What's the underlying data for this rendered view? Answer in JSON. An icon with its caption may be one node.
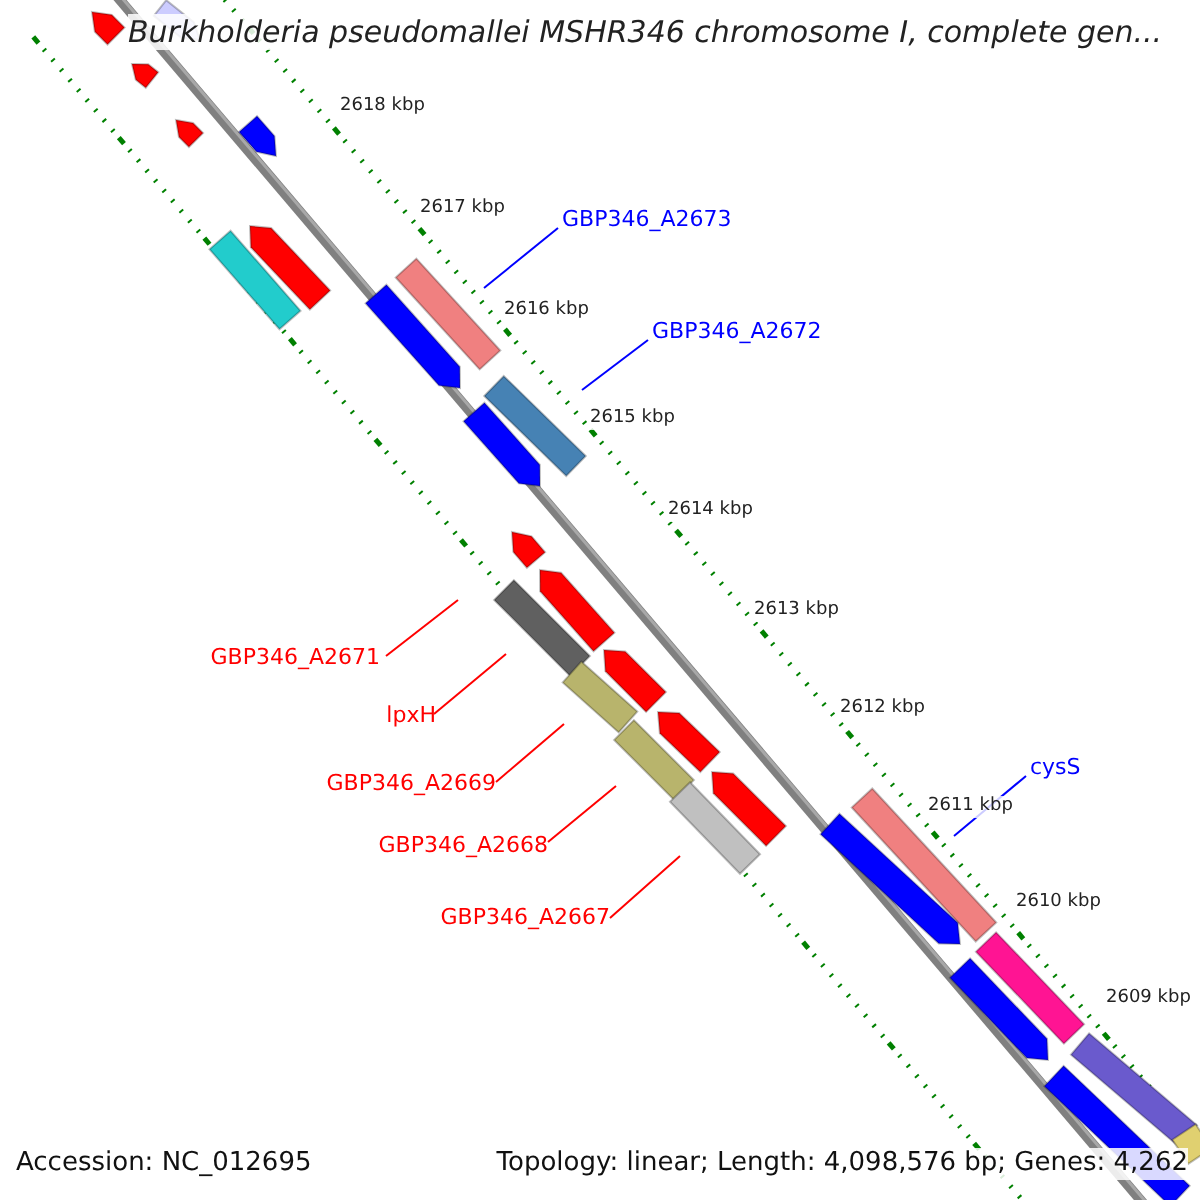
{
  "diagram": {
    "title": "Burkholderia pseudomallei MSHR346 chromosome I, complete gen...",
    "nodes": [
      {
        "text": [
          "GBP346_A2673"
        ]
      },
      {
        "text": [
          "GBP346_A2672"
        ]
      },
      {
        "text": [
          "GBP346_A2671"
        ]
      },
      {
        "text": [
          "lpxH"
        ]
      },
      {
        "text": [
          "cysS"
        ]
      },
      {
        "text": [
          "GBP346_A2669"
        ]
      },
      {
        "text": [
          "GBP346_A2668"
        ]
      },
      {
        "text": [
          "GBP346_A2667"
        ]
      }
    ],
    "edges": [
      {
        "from": 0,
        "to": null,
        "arrow": "none",
        "color": "#0000ff"
      },
      {
        "from": 1,
        "to": null,
        "arrow": "none",
        "color": "#0000ff"
      },
      {
        "from": 2,
        "to": null,
        "arrow": "none"
      },
      {
        "from": 3,
        "to": null,
        "arrow": "none"
      },
      {
        "from": 4,
        "to": null,
        "arrow": "none",
        "color": "#0000ff"
      },
      {
        "from": 5,
        "to": null,
        "arrow": "none"
      },
      {
        "from": 6,
        "to": null,
        "arrow": "none"
      },
      {
        "from": 7,
        "to": null,
        "arrow": "none"
      }
    ],
    "labels": [
      "2618 kbp",
      "2617 kbp",
      "2616 kbp",
      "2615 kbp",
      "2614 kbp",
      "2613 kbp",
      "2612 kbp",
      "2611 kbp",
      "2610 kbp",
      "2609 kbp",
      "Accession: NC_012695",
      "Topology: linear; Length: 4,098,576 bp; Genes: 4,262"
    ]
  }
}
